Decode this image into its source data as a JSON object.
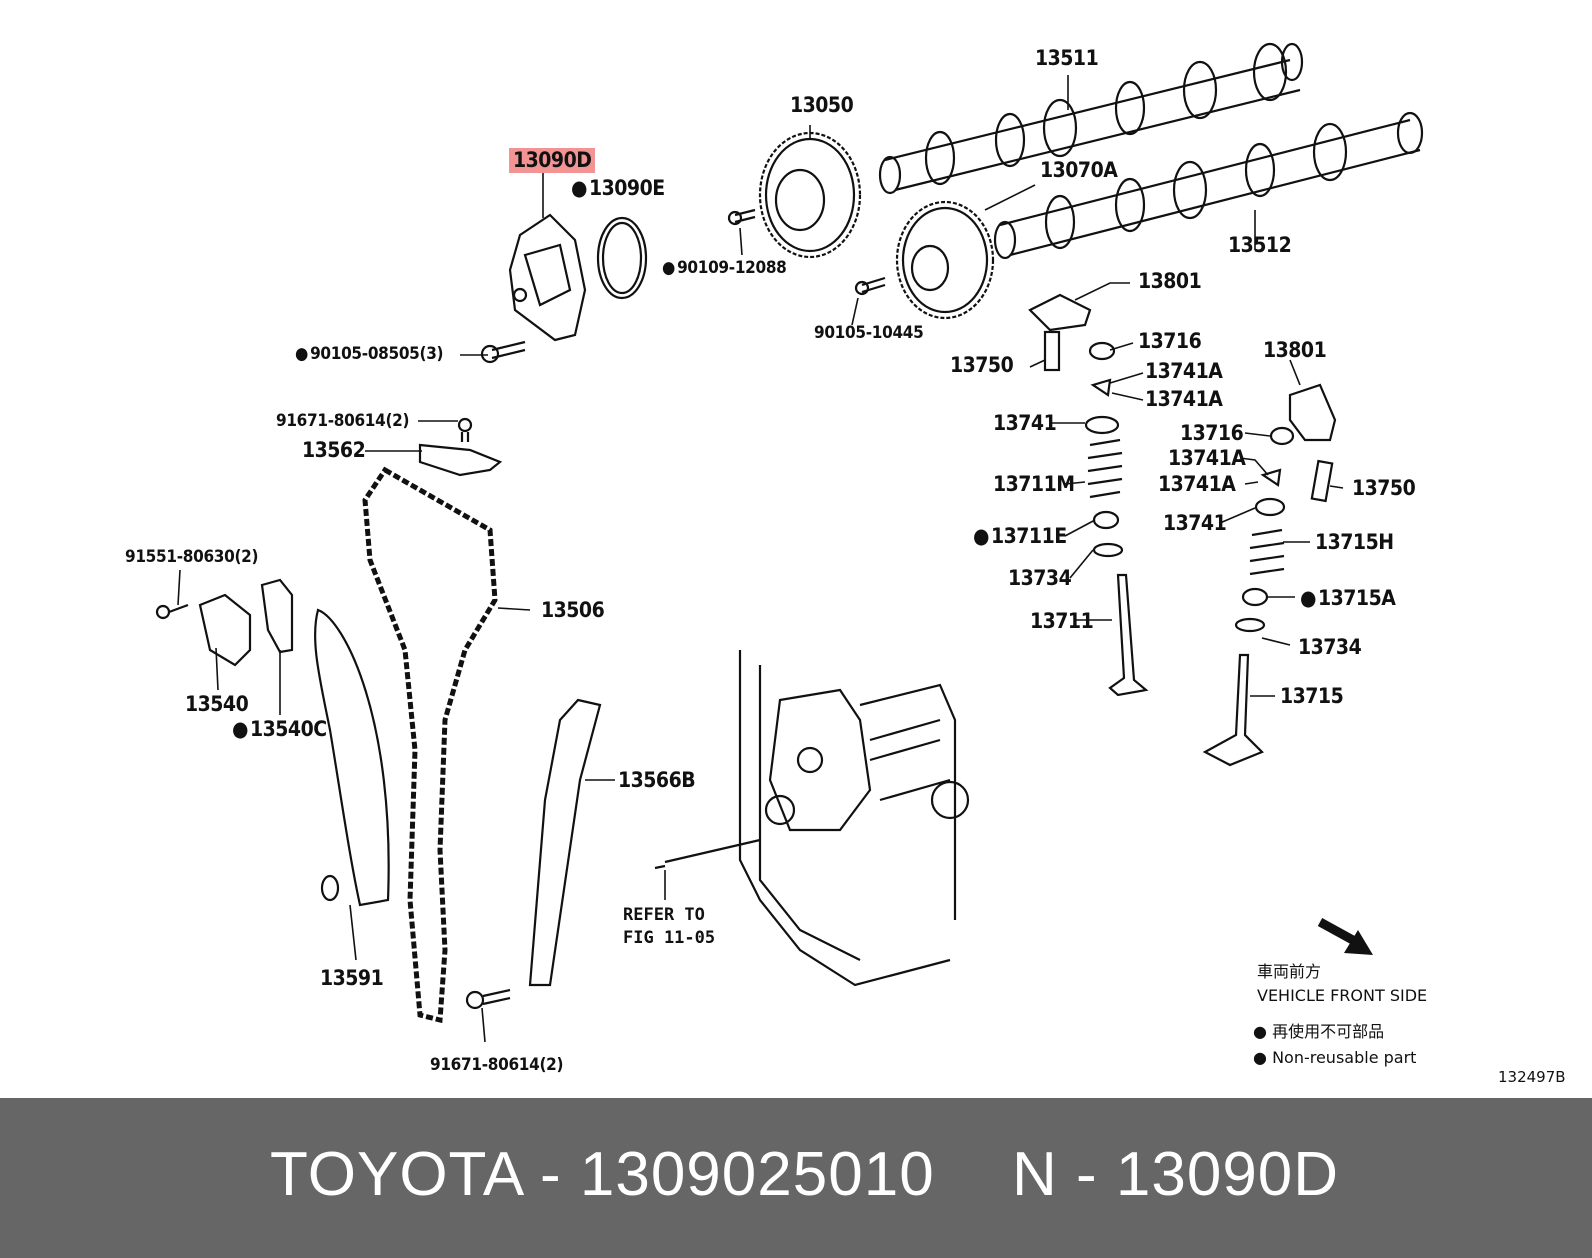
{
  "diagram": {
    "labels": {
      "p13511": "13511",
      "p13050": "13050",
      "p13090D": "13090D",
      "p13090E": "13090E",
      "p13070A": "13070A",
      "p13512": "13512",
      "p90109": "90109-12088",
      "p90105_10445": "90105-10445",
      "p90105_08505": "90105-08505(3)",
      "p13801a": "13801",
      "p13716a": "13716",
      "p13750a": "13750",
      "p13741Aa": "13741A",
      "p13741Ab": "13741A",
      "p13741a": "13741",
      "p13711M": "13711M",
      "p13711E": "13711E",
      "p13734a": "13734",
      "p13711": "13711",
      "p13801b": "13801",
      "p13716b": "13716",
      "p13741Ac": "13741A",
      "p13741Ad": "13741A",
      "p13750b": "13750",
      "p13741b": "13741",
      "p13715H": "13715H",
      "p13715A": "13715A",
      "p13734b": "13734",
      "p13715": "13715",
      "p91671_top": "91671-80614(2)",
      "p13562": "13562",
      "p91551": "91551-80630(2)",
      "p13506": "13506",
      "p13540": "13540",
      "p13540C": "13540C",
      "p13566B": "13566B",
      "p13591": "13591",
      "p91671_bot": "91671-80614(2)",
      "refer1": "REFER TO",
      "refer2": "FIG 11-05"
    },
    "highlighted_part": "13090D",
    "arrow_icon": "vehicle-front-arrow",
    "legend": {
      "front_jp": "車両前方",
      "front_en": "VEHICLE FRONT SIDE",
      "nonreuse_jp": "再使用不可部品",
      "nonreuse_en": "Non-reusable part"
    },
    "figure_id": "132497B"
  },
  "footer": {
    "brand_part": "TOYOTA - 1309025010",
    "ref": "N - 13090D"
  },
  "colors": {
    "highlight": "#f39494",
    "footer_bg": "#666666",
    "footer_text": "#ffffff"
  }
}
